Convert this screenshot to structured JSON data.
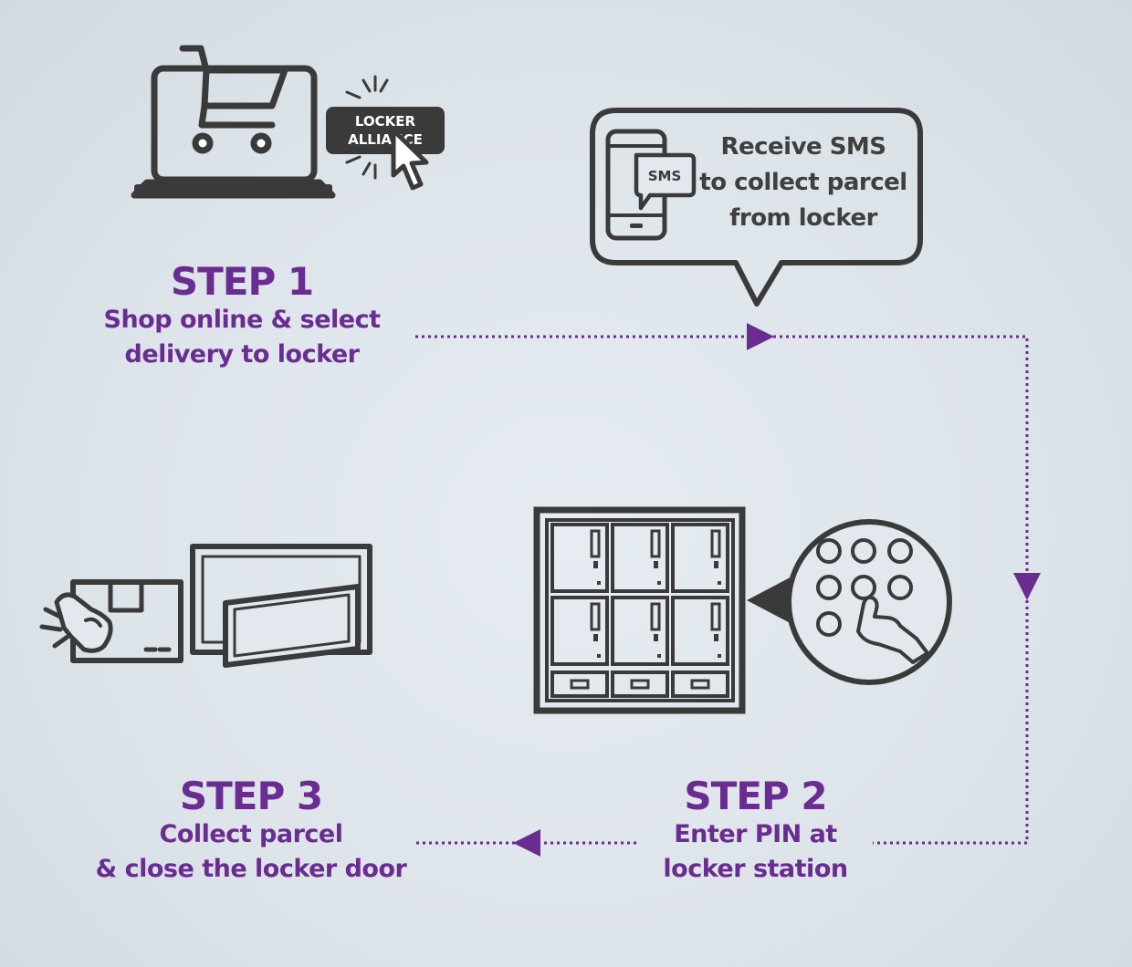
{
  "colors": {
    "accent": "#6a2c91",
    "icon": "#3a3a3a",
    "background": "#e2e8ed"
  },
  "icons": [
    "laptop-cart-icon",
    "locker-alliance-button-icon",
    "cursor-icon",
    "sms-speech-bubble-icon",
    "phone-icon",
    "locker-station-icon",
    "pin-keypad-icon",
    "parcel-hand-icon",
    "open-locker-door-icon"
  ],
  "step1": {
    "title": "STEP 1",
    "line1": "Shop online & select",
    "line2": "delivery to locker"
  },
  "locker_button": {
    "line1": "LOCKER",
    "line2": "ALLIANCE"
  },
  "sms_bubble": {
    "badge": "SMS",
    "line1": "Receive SMS",
    "line2": "to collect parcel",
    "line3": "from locker"
  },
  "step2": {
    "title": "STEP 2",
    "line1": "Enter PIN at",
    "line2": "locker station"
  },
  "step3": {
    "title": "STEP 3",
    "line1": "Collect parcel",
    "line2": "& close the locker door"
  }
}
